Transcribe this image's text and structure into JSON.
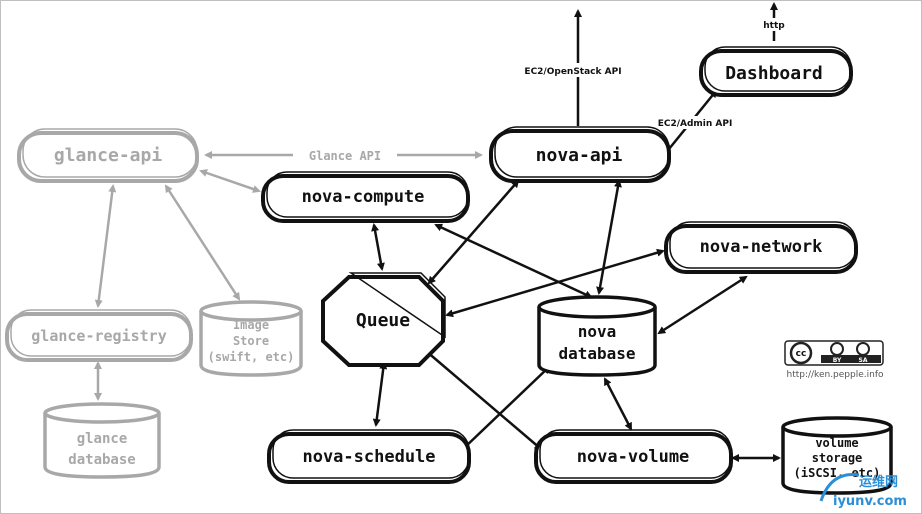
{
  "nodes": {
    "dashboard": "Dashboard",
    "nova_api": "nova-api",
    "nova_compute": "nova-compute",
    "nova_network": "nova-network",
    "queue": "Queue",
    "nova_database_line1": "nova",
    "nova_database_line2": "database",
    "nova_schedule": "nova-schedule",
    "nova_volume": "nova-volume",
    "volume_storage_line1": "volume",
    "volume_storage_line2": "storage",
    "volume_storage_line3": "(iSCSI, etc)",
    "glance_api": "glance-api",
    "glance_registry": "glance-registry",
    "image_store_line1": "Image",
    "image_store_line2": "Store",
    "image_store_line3": "(swift, etc)",
    "glance_database_line1": "glance",
    "glance_database_line2": "database"
  },
  "edge_labels": {
    "http": "http",
    "ec2_openstack_api": "EC2/OpenStack API",
    "ec2_admin_api": "EC2/Admin API",
    "glance_api": "Glance API"
  },
  "license": {
    "badge_cc": "cc",
    "badge_by": "BY",
    "badge_sa": "SA",
    "url": "http://ken.pepple.info"
  },
  "watermark": {
    "cn": "运维网",
    "site": "iyunv.com"
  },
  "colors": {
    "active": "#111111",
    "inactive": "#a8a8a8",
    "watermark": "#2a8fd6"
  }
}
